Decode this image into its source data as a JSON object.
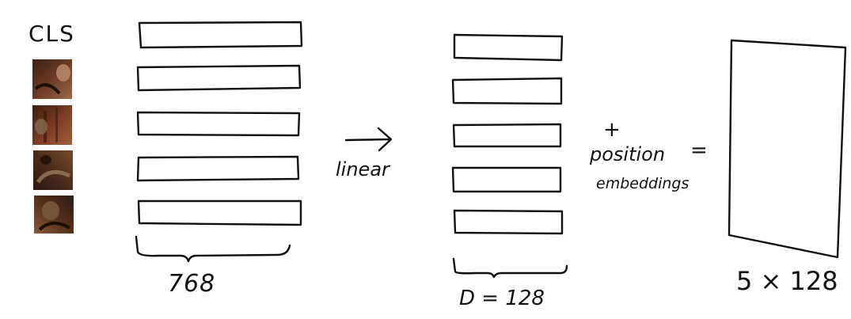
{
  "tokens": {
    "cls_label": "CLS",
    "patches": [
      {
        "name": "patch-1",
        "colors": [
          "#3a1f14",
          "#6b3a24",
          "#9a6a4a"
        ]
      },
      {
        "name": "patch-2",
        "colors": [
          "#3b1a10",
          "#7a3b22",
          "#a0603a"
        ]
      },
      {
        "name": "patch-3",
        "colors": [
          "#2a1810",
          "#4a2c1c",
          "#7a4a2c"
        ]
      },
      {
        "name": "patch-4",
        "colors": [
          "#2b1a12",
          "#55301c",
          "#8a5a3a"
        ]
      }
    ]
  },
  "input_dim_label": "768",
  "projection": {
    "op_label": "linear"
  },
  "output_dim_label": "D = 128",
  "position": {
    "plus": "+",
    "line1": "position",
    "equals": "=",
    "line2": "embeddings"
  },
  "result_label": "5 × 128",
  "colors": {
    "ink": "#111111",
    "background": "#ffffff"
  }
}
